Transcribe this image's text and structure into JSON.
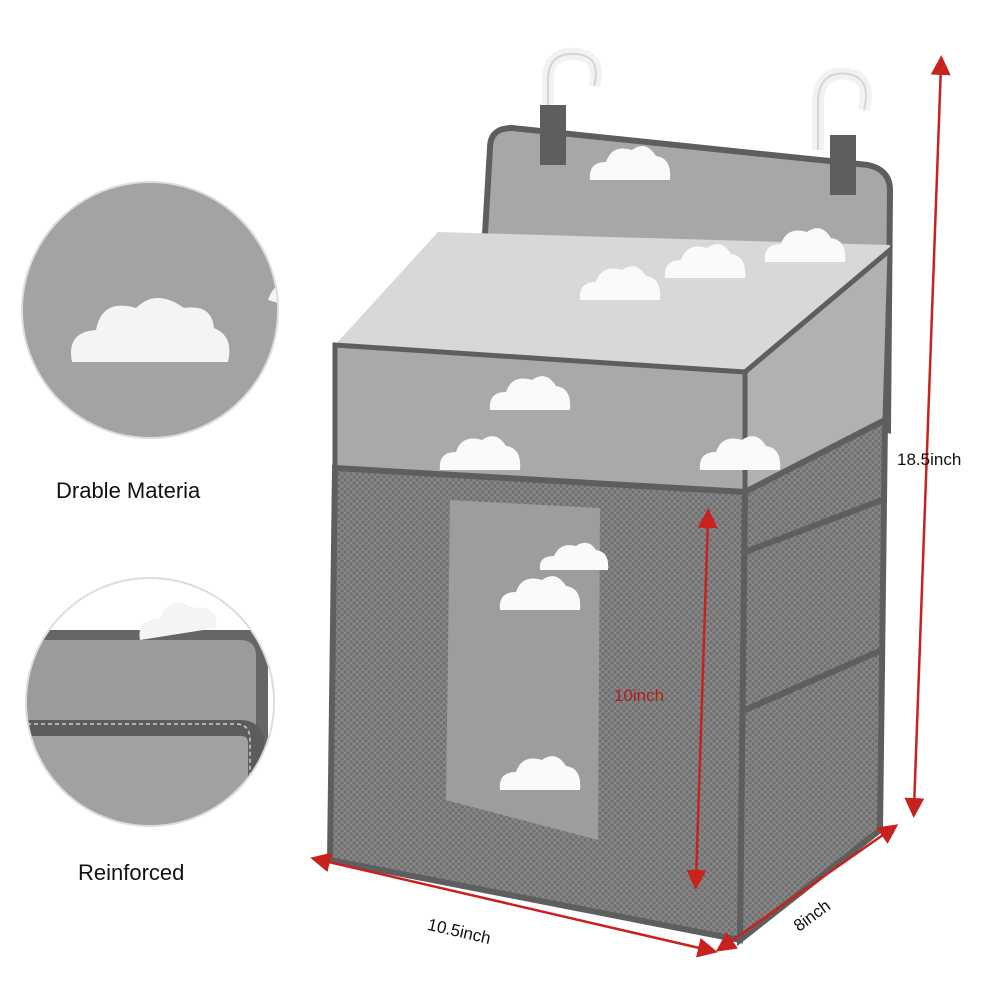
{
  "features": [
    {
      "label": "Drable Materia",
      "icon": "fabric-closeup"
    },
    {
      "label": "Reinforced",
      "icon": "stitched-edge-closeup"
    }
  ],
  "dimensions": {
    "height": "18.5inch",
    "inner_height": "10inch",
    "width": "10.5inch",
    "depth": "8inch"
  },
  "colors": {
    "fabric": "#9c9c9c",
    "fabric_light": "#c4c4c4",
    "trim": "#5e5e5e",
    "cloud": "#ffffff",
    "arrow": "#c8211e"
  }
}
